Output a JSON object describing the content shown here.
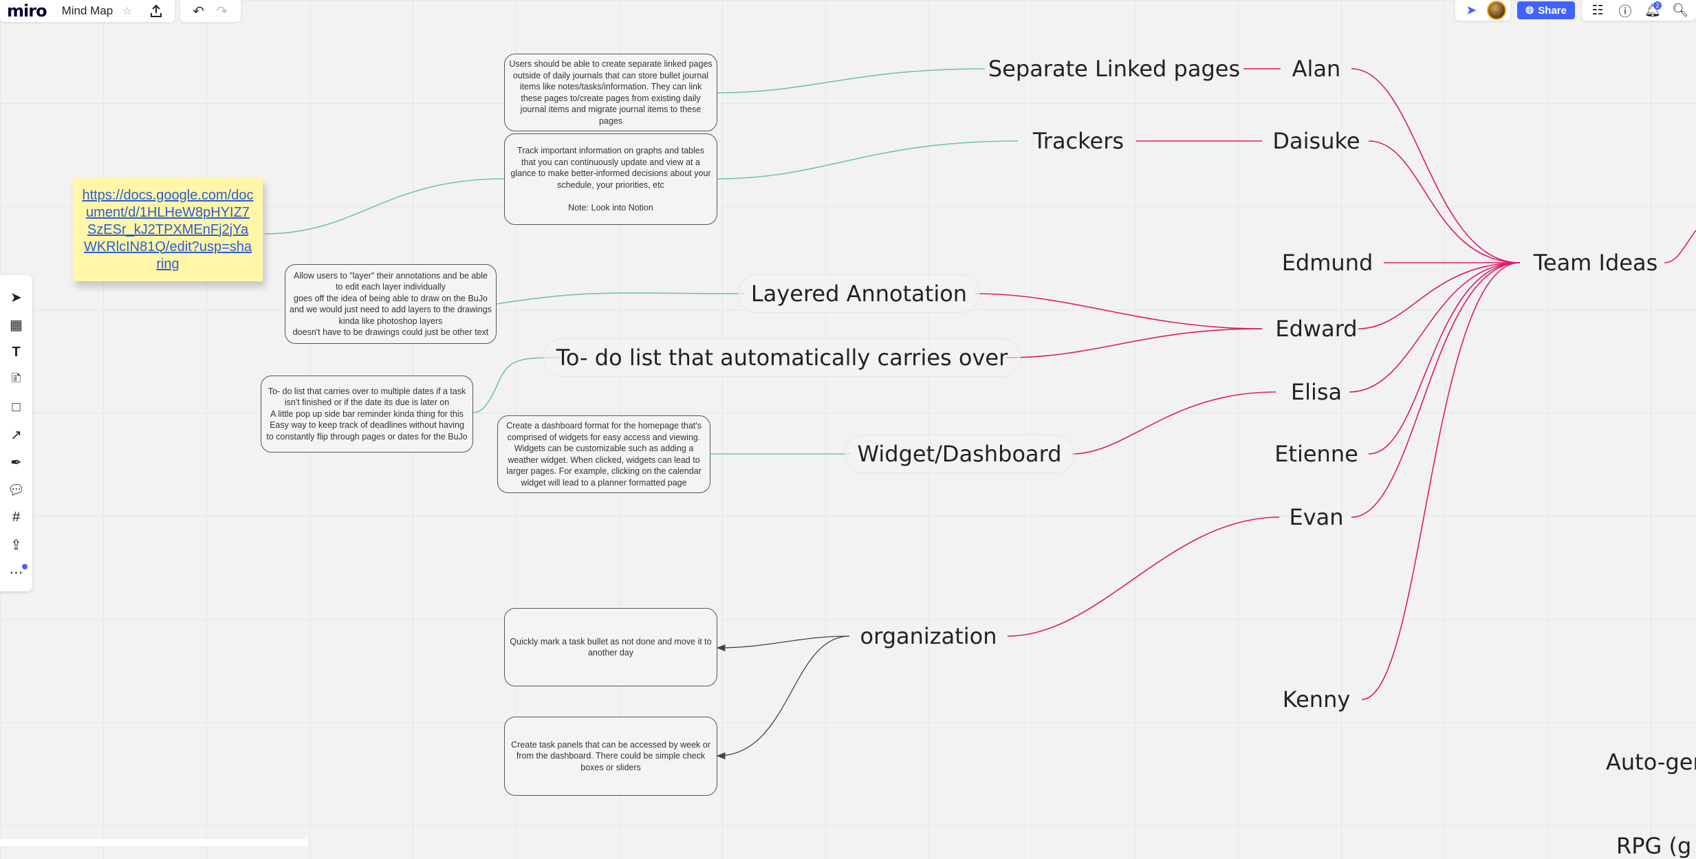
{
  "app": {
    "logo": "miro",
    "board_title": "Mind Map"
  },
  "toolbar_left": [
    "star-icon",
    "upload-icon",
    "undo-icon",
    "redo-icon"
  ],
  "toolbar_right": {
    "share_label": "Share",
    "notification_count": "2"
  },
  "tools": [
    "select-icon",
    "templates-icon",
    "text-icon",
    "sticky-note-icon",
    "shape-icon",
    "pen-icon",
    "connector-icon",
    "comment-icon",
    "frame-icon",
    "upload-icon",
    "more-icon"
  ],
  "colors": {
    "accent": "#4262ff",
    "pink_branch": "#e0186a",
    "green_branch": "#6fc6a4",
    "arrow_branch": "#444444",
    "sticky": "#fff6a8"
  },
  "sticky": {
    "link": "https://docs.google.com/document/d/1HLHeW8pHYIZ7SzESr_kJ2TPXMEnFj2jYaWKRlcIN81Q/edit?usp=sharing"
  },
  "root": {
    "label": "Team Ideas"
  },
  "people": [
    "Alan",
    "Daisuke",
    "Edmund",
    "Edward",
    "Elisa",
    "Etienne",
    "Evan",
    "Kenny"
  ],
  "ideas": {
    "separate": "Separate Linked pages",
    "trackers": "Trackers",
    "layered": "Layered Annotation",
    "todo": "To- do list that automatically carries over",
    "widget": "Widget/Dashboard",
    "organization": "organization"
  },
  "clipped": {
    "auto": "Auto-ger",
    "rpg": "RPG (g"
  },
  "cards": {
    "separate": "Users should be able to create separate linked pages outside of daily journals that can store bullet journal items like notes/tasks/information. They can link these pages to/create pages from existing daily journal items and migrate journal items to these pages",
    "trackers": "Track important information on graphs and tables that you can continuously update and view at a glance to make better-informed decisions about your schedule, your priorities, etc\n\nNote: Look into Notion",
    "layered": "Allow users to \"layer\" their annotations and be able to edit each layer individually\ngoes off the idea of being able to draw on the BuJo and we would just need to add layers to the drawings kinda like photoshop layers\ndoesn't have to be drawings could just be other text",
    "todo": "To- do list that carries over to multiple dates if a task isn't finished or if the date its due is later on\nA little pop up side bar reminder kinda thing for this\nEasy way to keep track of deadlines without having to constantly flip through pages or dates for the BuJo",
    "widget": "Create a dashboard format for the homepage that's comprised of widgets for easy access and viewing. Widgets can be customizable such as adding a weather widget. When clicked, widgets can lead to larger pages. For example, clicking on the calendar widget will lead to a planner formatted page",
    "mark": "Quickly mark a task bullet as not done and move it to another day",
    "panels": "Create task panels that can be accessed by week or from the dashboard. There could be simple check boxes or sliders"
  }
}
